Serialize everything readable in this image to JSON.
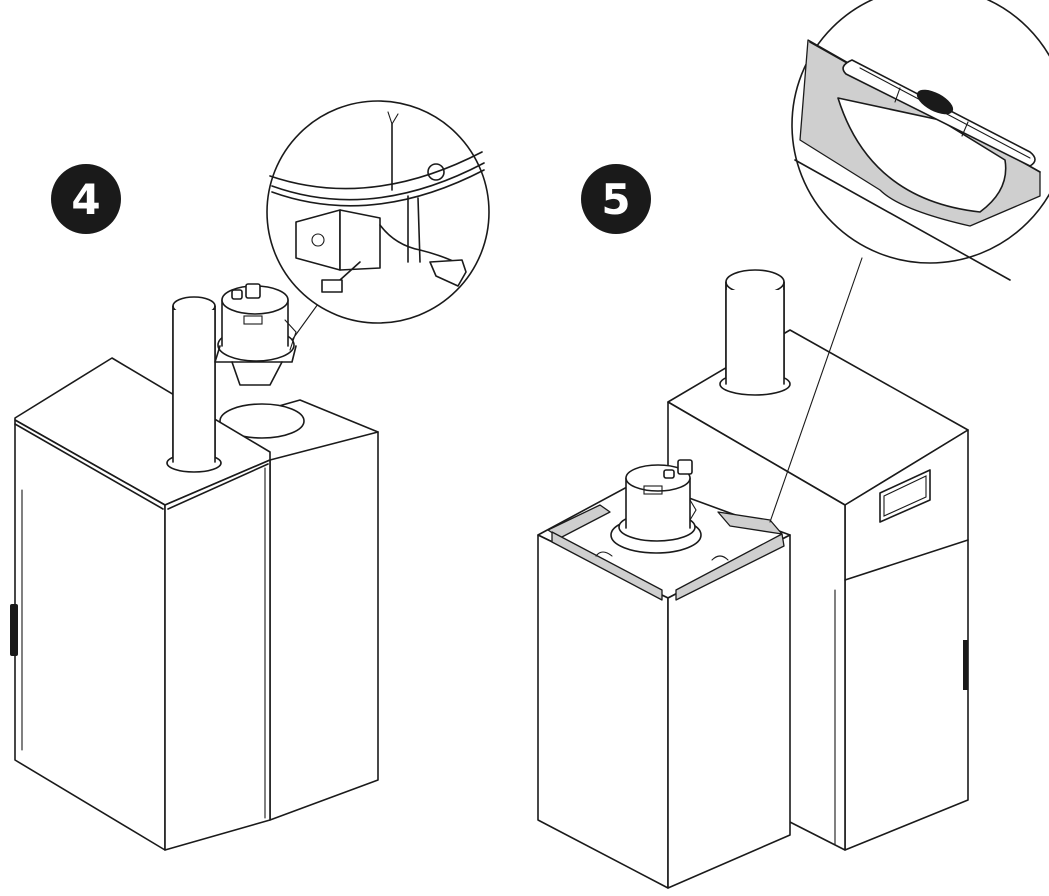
{
  "steps": [
    {
      "number": "4"
    },
    {
      "number": "5"
    }
  ],
  "colors": {
    "line": "#1a1a1a",
    "badge_fill": "#1a1a1a",
    "badge_text": "#ffffff",
    "seal_strip": "#cfcfcf"
  },
  "icons": {
    "step4_scene": "boiler-burner-removal-illustration",
    "step5_scene": "boiler-burner-seal-strip-illustration"
  }
}
